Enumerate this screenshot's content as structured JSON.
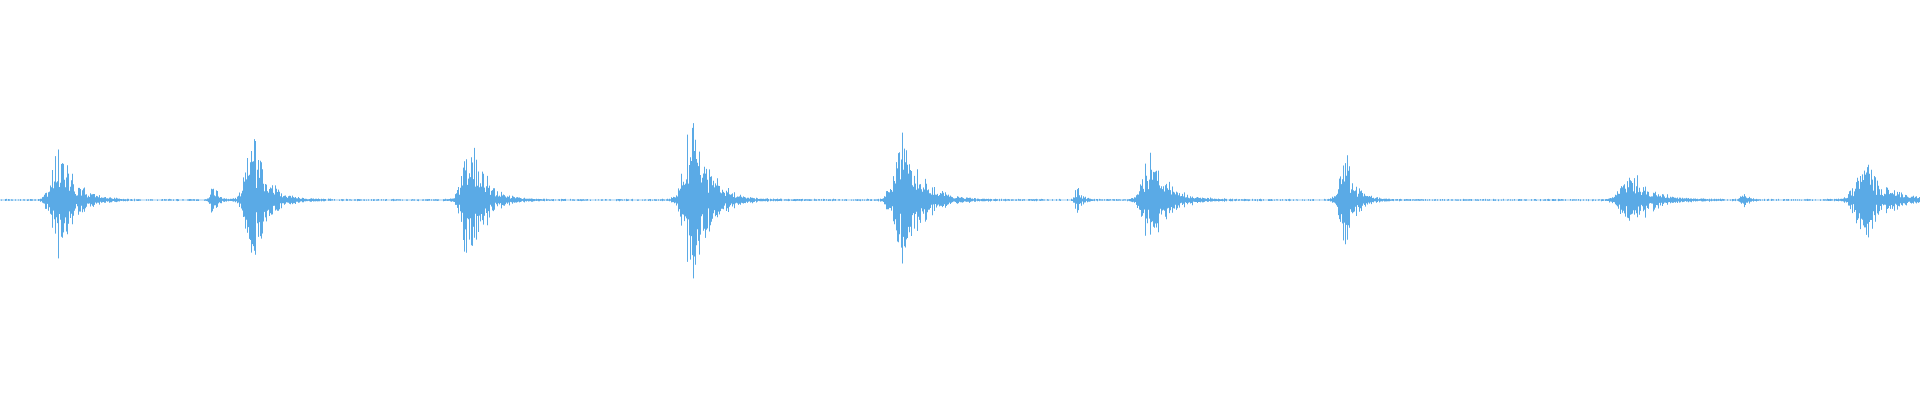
{
  "waveform": {
    "color": "#5aaae6",
    "background": "#ffffff",
    "baseline_amplitude": 0.004,
    "bursts": [
      {
        "center": 0.031,
        "amplitude": 0.35,
        "width": 0.009
      },
      {
        "center": 0.111,
        "amplitude": 0.1,
        "width": 0.003
      },
      {
        "center": 0.132,
        "amplitude": 0.35,
        "width": 0.009
      },
      {
        "center": 0.245,
        "amplitude": 0.4,
        "width": 0.009
      },
      {
        "center": 0.361,
        "amplitude": 0.52,
        "width": 0.01
      },
      {
        "center": 0.471,
        "amplitude": 0.42,
        "width": 0.011
      },
      {
        "center": 0.561,
        "amplitude": 0.08,
        "width": 0.003
      },
      {
        "center": 0.6,
        "amplitude": 0.3,
        "width": 0.01
      },
      {
        "center": 0.7,
        "amplitude": 0.35,
        "width": 0.006
      },
      {
        "center": 0.85,
        "amplitude": 0.17,
        "width": 0.012
      },
      {
        "center": 0.908,
        "amplitude": 0.05,
        "width": 0.003
      },
      {
        "center": 0.972,
        "amplitude": 0.22,
        "width": 0.012
      }
    ]
  }
}
